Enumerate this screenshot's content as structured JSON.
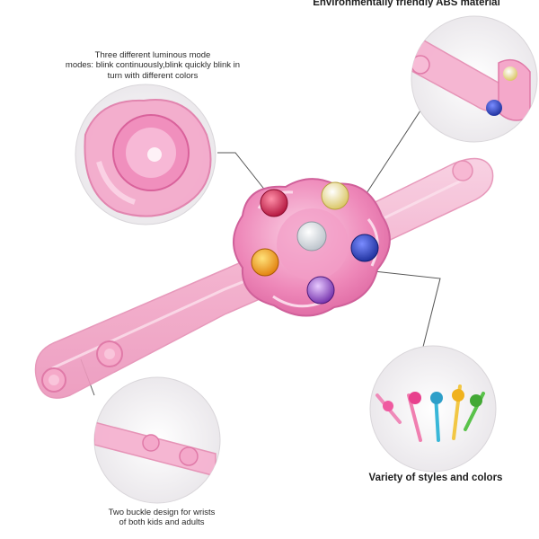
{
  "captions": {
    "material": "Environmentally friendly ABS material",
    "modes_line1": "Three different luminous mode",
    "modes_line2": "modes: blink continuously,blink quickly blink in",
    "modes_line3": "turn with different colors",
    "variety": "Variety of styles and colors",
    "buckle_line1": "Two buckle design for wrists",
    "buckle_line2": "of both kids and adults"
  },
  "colors": {
    "strap_pink": "#f4b6cf",
    "strap_edge": "#e58fb4",
    "spinner_pink": "#ec7bb0",
    "circle_bg": "#f1eef1",
    "leader_line": "#555555",
    "gem_red": "#d81e4a",
    "gem_yellow": "#f3e7a0",
    "gem_white": "#e9ecef",
    "gem_blue": "#2d47c9",
    "gem_orange": "#f2a21c",
    "gem_purple": "#9a5ad0"
  }
}
